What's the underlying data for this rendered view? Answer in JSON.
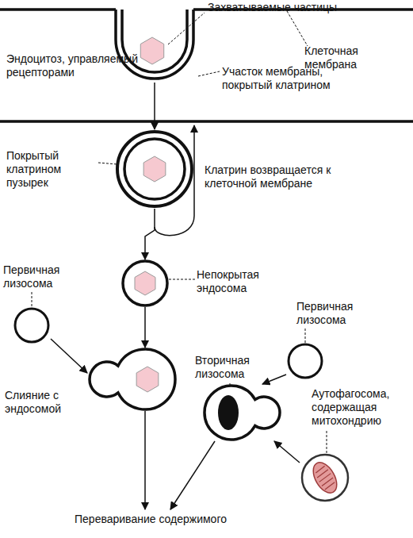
{
  "diagram": {
    "nodes": [
      {
        "text": [
          "Участок мембраны, покрытый клатрином"
        ]
      },
      {
        "text": [
          "Покрытый клатрином пузырек"
        ]
      },
      {
        "text": [
          "Непокрытая эндосома"
        ]
      },
      {
        "text": [
          "Первичная лизосома"
        ]
      },
      {
        "text": [
          "Слияние с эндосомой"
        ]
      },
      {
        "text": [
          "Первичная лизосома"
        ]
      },
      {
        "text": [
          "Вторичная лизосома"
        ]
      },
      {
        "text": [
          "Аутофагосома, содержащая митохондрию"
        ]
      },
      {
        "text": [
          "Переваривание содержимого"
        ]
      }
    ],
    "edges": [
      {
        "from": 0,
        "to": 1,
        "arrow": "to"
      },
      {
        "from": 1,
        "to": 2,
        "arrow": "to"
      },
      {
        "from": 2,
        "to": 4,
        "arrow": "to"
      },
      {
        "from": 3,
        "to": 4,
        "arrow": "to"
      },
      {
        "from": 4,
        "to": 8,
        "arrow": "to"
      },
      {
        "from": 5,
        "to": 6,
        "arrow": "to"
      },
      {
        "from": 7,
        "to": 6,
        "arrow": "to"
      },
      {
        "from": 6,
        "to": 8,
        "arrow": "to"
      }
    ],
    "labels": [
      "Захватываемые частицы",
      "Клеточная мембрана",
      "Эндоцитоз, управляемый рецепторами",
      "Клатрин возвращается к клеточной мембране"
    ]
  }
}
